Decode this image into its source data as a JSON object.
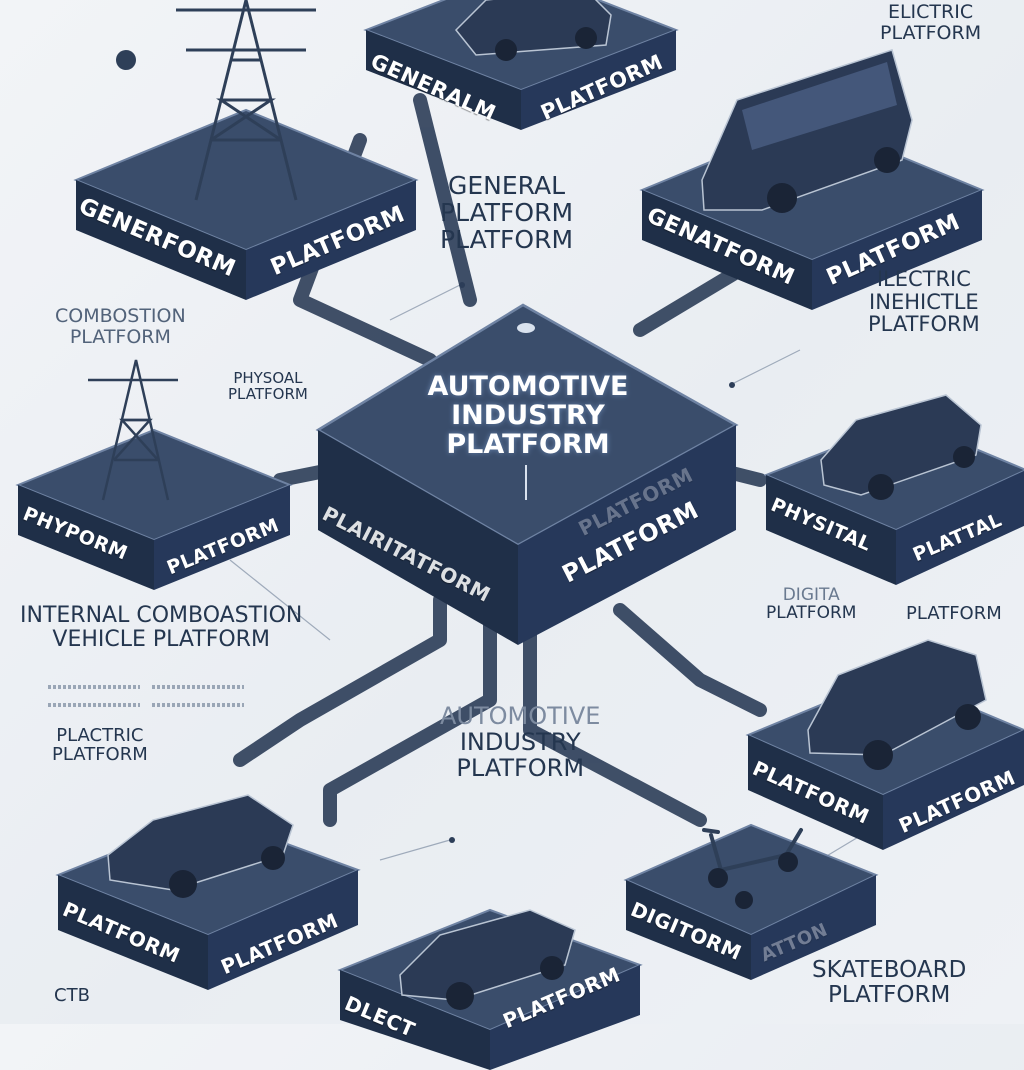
{
  "colors": {
    "block_top": "#3a4d6b",
    "block_side": "#1f2f48",
    "block_edge": "#6f83a3",
    "label_text": "#24364f",
    "connector": "#2c3d58"
  },
  "center": {
    "title": [
      "AUTOMOTIVE",
      "INDUSTRY",
      "PLATFORM"
    ],
    "front_left": "PLAIRITATFORM",
    "front_right": "PLATFORM",
    "faded_top": "PLATFORM"
  },
  "blocks": {
    "top_left": {
      "icon": "power-tower-icon",
      "left": "GENERFORM",
      "right": "PLATFORM"
    },
    "top_mid": {
      "icon": "car-icon",
      "left": "GENERALM",
      "right": "PLATFORM"
    },
    "top_right": {
      "icon": "van-icon",
      "left": "GENATFORM",
      "right": "PLATFORM"
    },
    "mid_left": {
      "icon": "power-tower-icon",
      "left": "PHYPORM",
      "right": "PLATFORM"
    },
    "mid_right": {
      "icon": "car-icon",
      "left": "PHYSITAL",
      "right": "PLATTAL"
    },
    "low_right": {
      "icon": "car-icon",
      "left": "PLATFORM",
      "right": "PLATFORM"
    },
    "bot_left": {
      "icon": "car-icon",
      "left": "PLATFORM",
      "right": "PLATFORM"
    },
    "bot_mid": {
      "icon": "car-icon",
      "left": "DLECT",
      "right": "PLATFORM"
    },
    "bot_right": {
      "icon": "scooter-icon",
      "left": "DIGITORM",
      "right": "ATTON"
    }
  },
  "labels": {
    "general": [
      "GENERAL",
      "PLATFORM",
      "PLATFORM"
    ],
    "electric_top": [
      "ELICTRIC",
      "PLATFORM"
    ],
    "electric_vehicle": [
      "ILECTRIC",
      "INEHICTLE",
      "PLATFORM"
    ],
    "combustion": [
      "COMBOSTION",
      "PLATFORM"
    ],
    "physical": [
      "PHYSOAL",
      "PLATFORM"
    ],
    "internal": [
      "INTERNAL COMBOASTION",
      "VEHICLE PLATFORM"
    ],
    "digital": [
      "DIGITA",
      "PLATFORM"
    ],
    "platform_right": "PLATFORM",
    "plactric": [
      "PLACTRIC",
      "PLATFORM"
    ],
    "automotive_lower": [
      "AUTOMOTIVE",
      "INDUSTRY",
      "PLATFORM"
    ],
    "ctb": "CTB",
    "skateboard": [
      "SKATEBOARD",
      "PLATFORM"
    ]
  }
}
